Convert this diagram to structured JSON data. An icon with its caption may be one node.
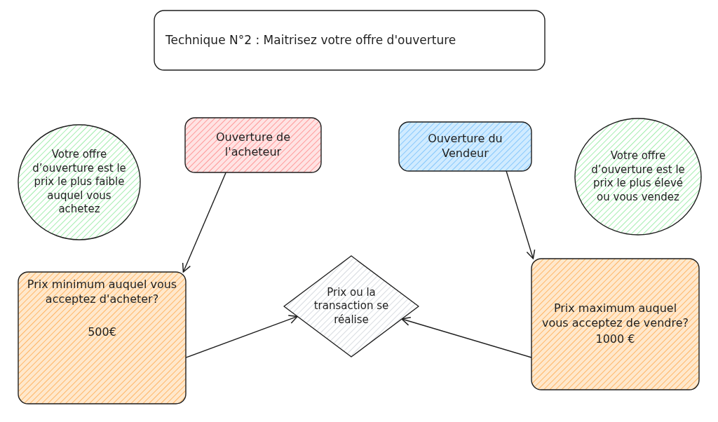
{
  "diagram": {
    "nodes": [
      {
        "text": [
          "Technique N°2 : Maitrisez votre offre d'ouverture"
        ]
      },
      {
        "text": [
          "Votre offre d’ouverture est le prix le plus faible auquel vous achetez"
        ]
      },
      {
        "text": [
          "Ouverture de l'acheteur"
        ]
      },
      {
        "text": [
          "Ouverture du Vendeur"
        ]
      },
      {
        "text": [
          "Votre offre d’ouverture est le prix le plus élevé ou vous vendez"
        ]
      },
      {
        "text": [
          "Prix minimum auquel vous acceptez d'acheter?",
          "500€"
        ]
      },
      {
        "text": [
          "Prix ou la transaction se réalise"
        ]
      },
      {
        "text": [
          "Prix maximum auquel vous acceptez de vendre?",
          "1000 €"
        ]
      }
    ],
    "edges": [
      {
        "from": 2,
        "to": 5,
        "arrow": "to"
      },
      {
        "from": 3,
        "to": 7,
        "arrow": "to"
      },
      {
        "from": 5,
        "to": 6,
        "arrow": "to"
      },
      {
        "from": 7,
        "to": 6,
        "arrow": "to"
      }
    ]
  }
}
